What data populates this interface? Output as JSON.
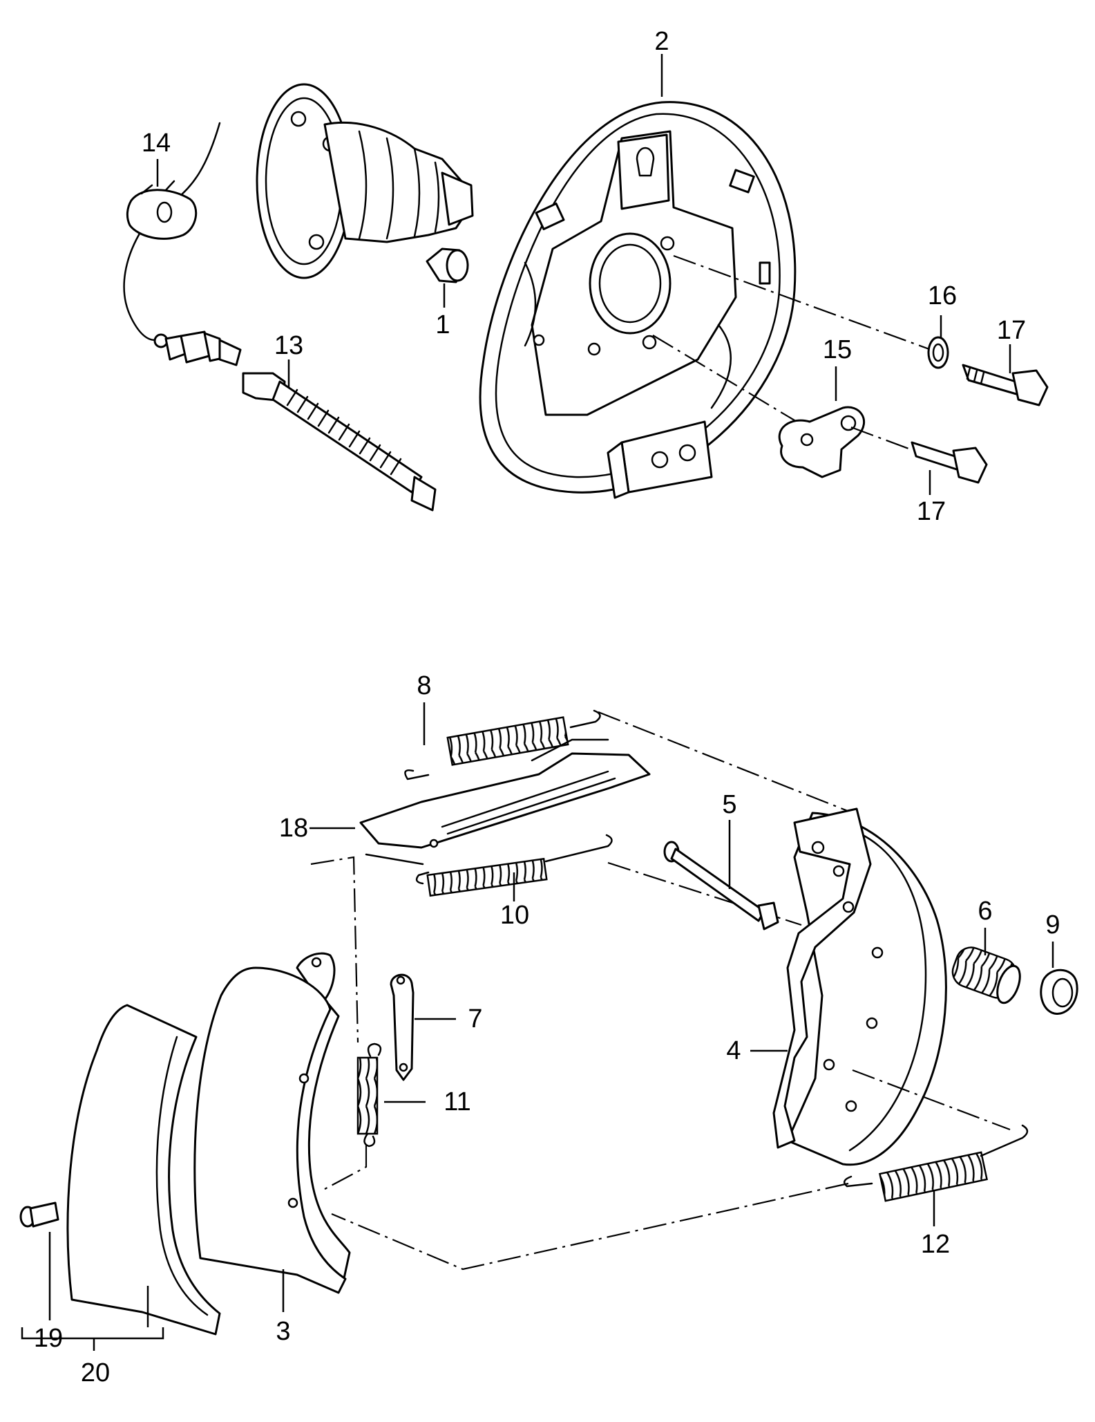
{
  "labels": {
    "l1": "1",
    "l2": "2",
    "l3": "3",
    "l4": "4",
    "l5": "5",
    "l6": "6",
    "l7": "7",
    "l8": "8",
    "l9": "9",
    "l10": "10",
    "l11": "11",
    "l12": "12",
    "l13": "13",
    "l14": "14",
    "l15": "15",
    "l16": "16",
    "l17a": "17",
    "l17b": "17",
    "l18": "18",
    "l19": "19",
    "l20": "20"
  },
  "colors": {
    "line": "#000000",
    "background": "#ffffff"
  }
}
